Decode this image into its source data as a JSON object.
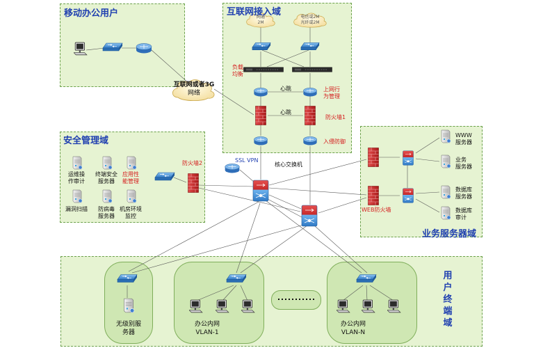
{
  "zones": {
    "mobile": "移动办公用户",
    "internet": "互联网接入域",
    "security": "安全管理域",
    "business": "业务服务器域",
    "terminal_chars": [
      "用",
      "户",
      "终",
      "端",
      "域"
    ]
  },
  "clouds": {
    "internet_line1": "互联网或者3G",
    "internet_line2": "网络",
    "isp1_line1": "网通",
    "isp1_line2": "2M",
    "isp2_line1": "电信或2M",
    "isp2_line2": "光纤或2M"
  },
  "labels": {
    "load_balance_1": "负载",
    "load_balance_2": "均衡",
    "heartbeat1": "心跳",
    "heartbeat2": "心跳",
    "behavior_1": "上网行",
    "behavior_2": "为管理",
    "firewall1": "防火墙1",
    "ips": "入侵防御",
    "ssl_vpn": "SSL VPN",
    "core_switch": "核心交换机",
    "firewall2": "防火墙2",
    "web_firewall": "WEB防火墙"
  },
  "security_items": {
    "ops_audit_1": "运维操",
    "ops_audit_2": "作审计",
    "terminal_sec_1": "终端安全",
    "terminal_sec_2": "服务器",
    "app_mgmt_1": "应用性",
    "app_mgmt_2": "能管理",
    "vuln_scan": "漏洞扫描",
    "antivirus_1": "防病毒",
    "antivirus_2": "服务器",
    "room_env_1": "机房环境",
    "room_env_2": "监控"
  },
  "business_items": {
    "www_1": "WWW",
    "www_2": "服务器",
    "biz_1": "业务",
    "biz_2": "服务器",
    "db_1": "数据库",
    "db_2": "服务器",
    "db_audit_1": "数据库",
    "db_audit_2": "审计"
  },
  "terminal_items": {
    "nolevel_1": "无级别服",
    "nolevel_2": "务器",
    "vlan1_1": "办公内网",
    "vlan1_2": "VLAN-1",
    "vlann_1": "办公内网",
    "vlann_2": "VLAN-N"
  },
  "colors": {
    "zone_fill": "#e6f3d2",
    "zone_border": "#6aa04a",
    "zone_title": "#1f3fb0",
    "annotation_red": "#d52020",
    "switch_blue": "#3f8fd6",
    "firewall_red": "#c62828",
    "router_blue": "#4d7fc9"
  },
  "icons": {
    "switch": "switch-icon",
    "router": "router-icon",
    "firewall": "firewall-icon",
    "core_switch": "core-switch-icon",
    "server": "server-icon",
    "pc": "pc-icon",
    "cloud": "cloud-icon",
    "load_balancer": "load-balancer-icon"
  }
}
